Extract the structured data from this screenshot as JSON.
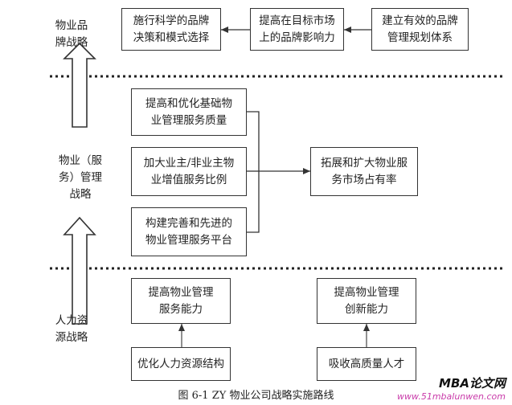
{
  "sections": {
    "brand": "物业品\n牌战略",
    "property": "物业（服\n务）管理\n战略",
    "hr": "人力资\n源战略"
  },
  "nodes": {
    "b1": "施行科学的品牌\n决策和模式选择",
    "b2": "提高在目标市场\n上的品牌影响力",
    "b3": "建立有效的品牌\n管理规划体系",
    "p1": "提高和优化基础物\n业管理服务质量",
    "p2": "加大业主/非业主物\n业增值服务比例",
    "p3": "构建完善和先进的\n物业管理服务平台",
    "p4": "拓展和扩大物业服\n务市场占有率",
    "h1": "提高物业管理\n服务能力",
    "h2": "提高物业管理\n创新能力",
    "h3": "优化人力资源结构",
    "h4": "吸收高质量人才"
  },
  "caption": "图 6-1  ZY 物业公司战略实施路线",
  "watermark": {
    "brand": "MBA论文网",
    "url": "www.51mbalunwen.com"
  },
  "colors": {
    "line": "#333333",
    "watermark_url": "#c93aa9"
  }
}
